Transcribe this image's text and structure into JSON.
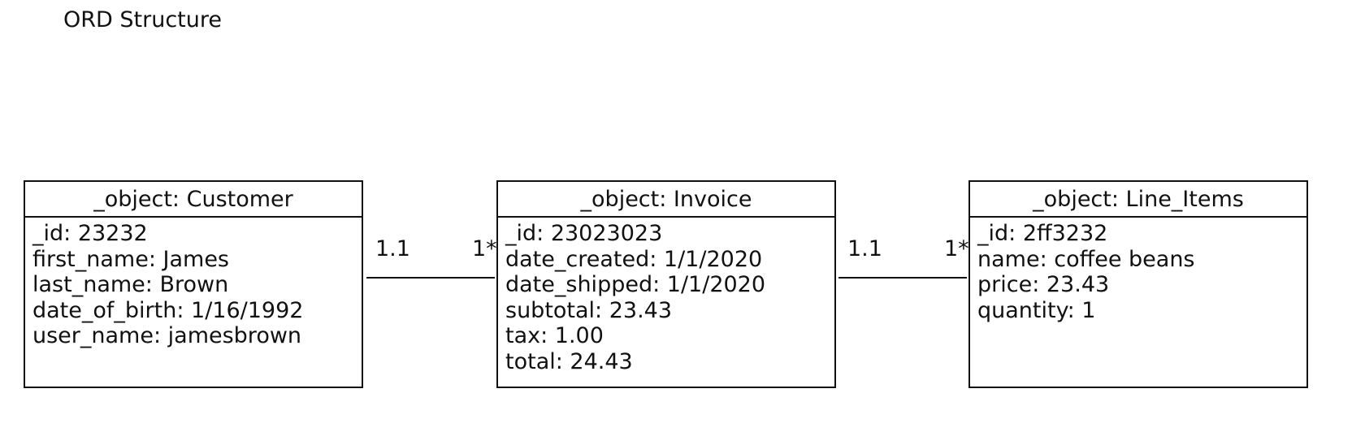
{
  "title": "ORD Structure",
  "objects": [
    {
      "header": "_object: Customer",
      "attributes": [
        "_id: 23232",
        "first_name: James",
        "last_name: Brown",
        "date_of_birth: 1/16/1992",
        "user_name: jamesbrown"
      ]
    },
    {
      "header": "_object: Invoice",
      "attributes": [
        "_id: 23023023",
        "date_created: 1/1/2020",
        "date_shipped: 1/1/2020",
        "subtotal: 23.43",
        "tax: 1.00",
        "total: 24.43"
      ]
    },
    {
      "header": "_object: Line_Items",
      "attributes": [
        "_id: 2ff3232",
        "name: coffee beans",
        "price: 23.43",
        "quantity: 1"
      ]
    }
  ],
  "relationships": [
    {
      "from_multiplicity": "1.1",
      "to_multiplicity": "1*"
    },
    {
      "from_multiplicity": "1.1",
      "to_multiplicity": "1*"
    }
  ]
}
